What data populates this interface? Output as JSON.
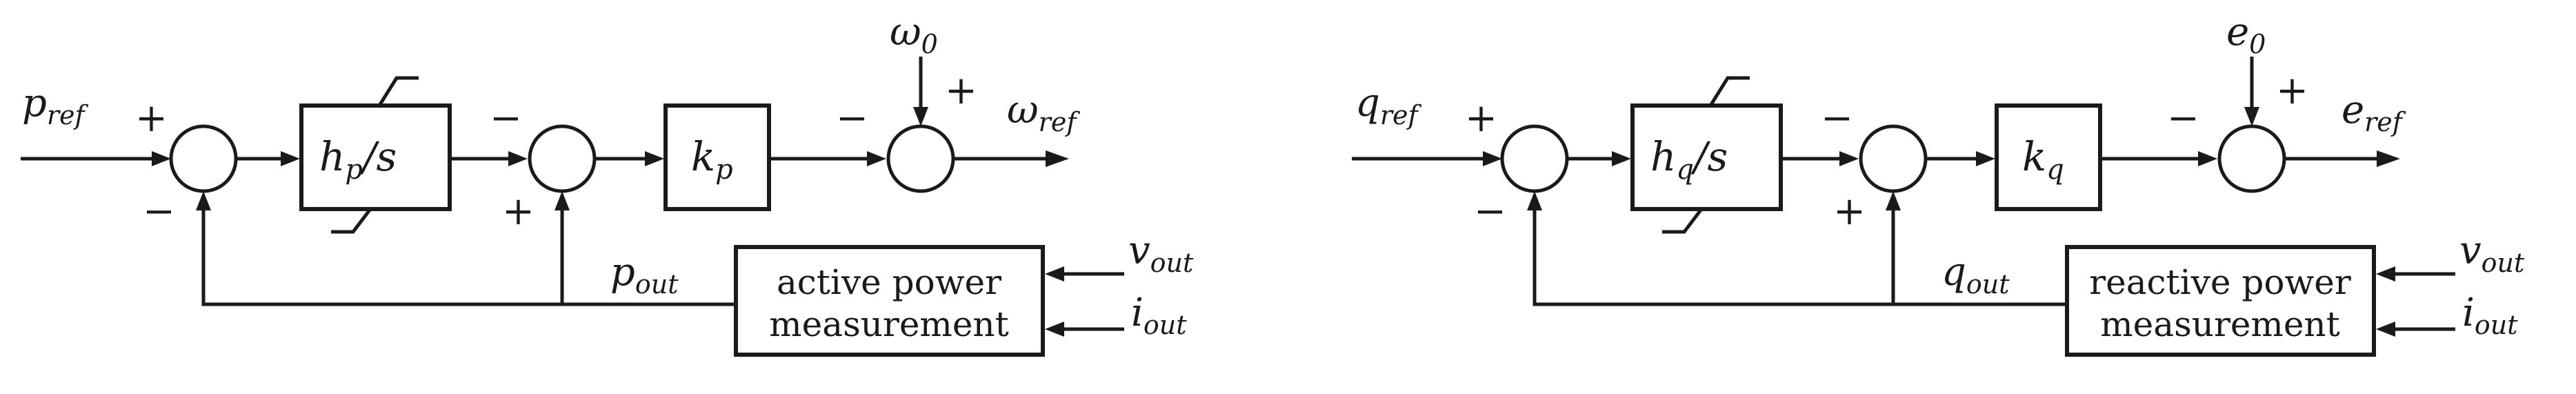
{
  "left": {
    "input": {
      "base": "p",
      "sub": "ref"
    },
    "sum1_top_sign": "+",
    "sum1_bottom_sign": "−",
    "integrator": {
      "num": "h",
      "num_sub": "p",
      "den": "/s"
    },
    "sum2_top_sign": "−",
    "sum2_bottom_sign": "+",
    "gain": {
      "base": "k",
      "sub": "p"
    },
    "setpoint": {
      "base": "ω",
      "sub": "0"
    },
    "sum3_left_sign": "−",
    "sum3_top_sign": "+",
    "output": {
      "base": "ω",
      "sub": "ref"
    },
    "feedback": {
      "base": "p",
      "sub": "out"
    },
    "measurement_line1": "active power",
    "measurement_line2": "measurement",
    "input_v": {
      "base": "v",
      "sub": "out"
    },
    "input_i": {
      "base": "i",
      "sub": "out"
    }
  },
  "right": {
    "input": {
      "base": "q",
      "sub": "ref"
    },
    "sum1_top_sign": "+",
    "sum1_bottom_sign": "−",
    "integrator": {
      "num": "h",
      "num_sub": "q",
      "den": "/s"
    },
    "sum2_top_sign": "−",
    "sum2_bottom_sign": "+",
    "gain": {
      "base": "k",
      "sub": "q"
    },
    "setpoint": {
      "base": "e",
      "sub": "0"
    },
    "sum3_left_sign": "−",
    "sum3_top_sign": "+",
    "output": {
      "base": "e",
      "sub": "ref"
    },
    "feedback": {
      "base": "q",
      "sub": "out"
    },
    "measurement_line1": "reactive power",
    "measurement_line2": "measurement",
    "input_v": {
      "base": "v",
      "sub": "out"
    },
    "input_i": {
      "base": "i",
      "sub": "out"
    }
  }
}
